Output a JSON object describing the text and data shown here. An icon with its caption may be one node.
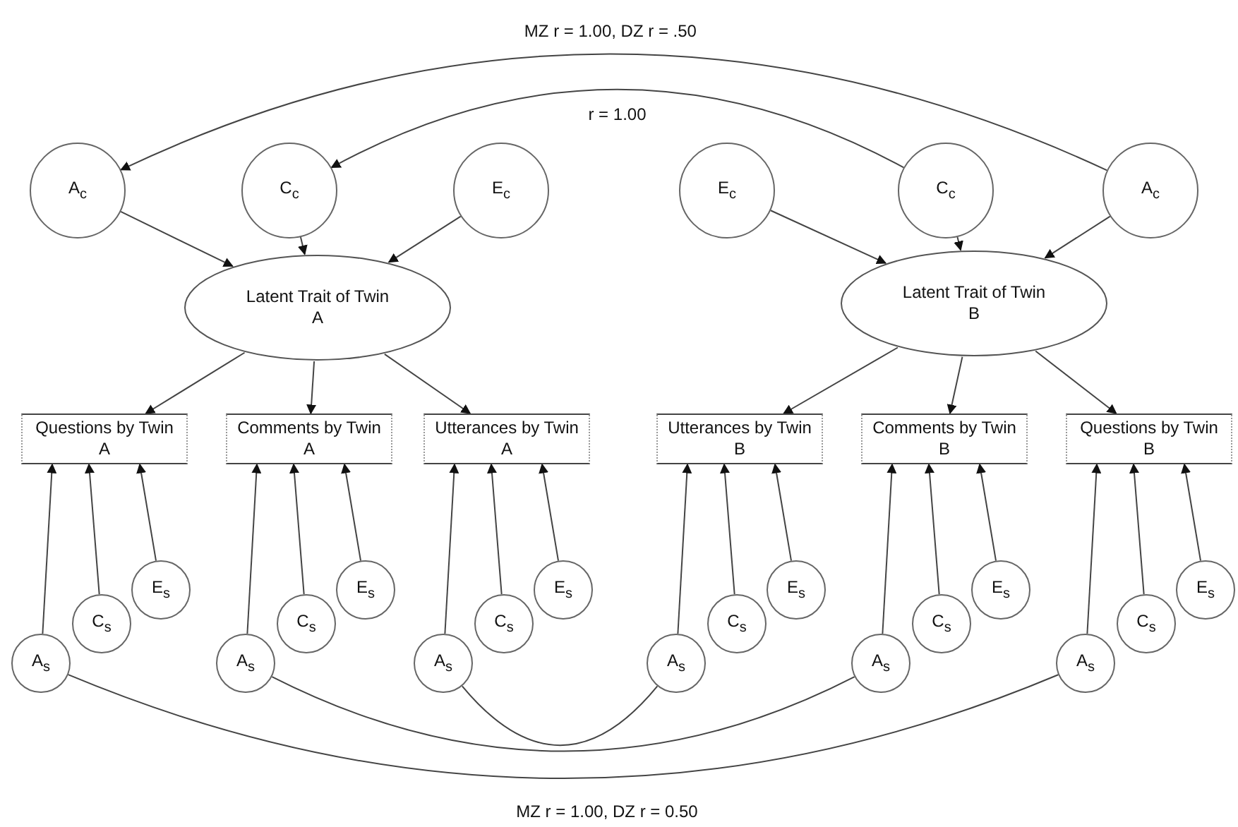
{
  "diagram": {
    "nodes": [
      {
        "text": [
          "A$_{c}$"
        ]
      },
      {
        "text": [
          "C$_{c}$"
        ]
      },
      {
        "text": [
          "E$_{c}$"
        ]
      },
      {
        "text": [
          "E$_{c}$"
        ]
      },
      {
        "text": [
          "C$_{c}$"
        ]
      },
      {
        "text": [
          "A$_{c}$"
        ]
      },
      {
        "text": [
          "Latent Trait of Twin A"
        ]
      },
      {
        "text": [
          "Latent Trait of Twin B"
        ]
      },
      {
        "text": [
          "Questions by Twin A"
        ]
      },
      {
        "text": [
          "Comments by Twin A"
        ]
      },
      {
        "text": [
          "Utterances by Twin A"
        ]
      },
      {
        "text": [
          "Utterances by Twin B"
        ]
      },
      {
        "text": [
          "Comments by Twin B"
        ]
      },
      {
        "text": [
          "Questions by Twin B"
        ]
      },
      {
        "text": [
          "A$_{s}$"
        ]
      },
      {
        "text": [
          "C$_{s}$"
        ]
      },
      {
        "text": [
          "E$_{s}$"
        ]
      },
      {
        "text": [
          "A$_{s}$"
        ]
      },
      {
        "text": [
          "C$_{s}$"
        ]
      },
      {
        "text": [
          "E$_{s}$"
        ]
      },
      {
        "text": [
          "A$_{s}$"
        ]
      },
      {
        "text": [
          "C$_{s}$"
        ]
      },
      {
        "text": [
          "E$_{s}$"
        ]
      },
      {
        "text": [
          "A$_{s}$"
        ]
      },
      {
        "text": [
          "C$_{s}$"
        ]
      },
      {
        "text": [
          "E$_{s}$"
        ]
      },
      {
        "text": [
          "A$_{s}$"
        ]
      },
      {
        "text": [
          "C$_{s}$"
        ]
      },
      {
        "text": [
          "E$_{s}$"
        ]
      },
      {
        "text": [
          "A$_{s}$"
        ]
      },
      {
        "text": [
          "C$_{s}$"
        ]
      },
      {
        "text": [
          "E$_{s}$"
        ]
      }
    ],
    "edges": [
      {
        "from": 0,
        "to": 6,
        "arrow": "to"
      },
      {
        "from": 1,
        "to": 6,
        "arrow": "to"
      },
      {
        "from": 2,
        "to": 6,
        "arrow": "to"
      },
      {
        "from": 3,
        "to": 7,
        "arrow": "to"
      },
      {
        "from": 4,
        "to": 7,
        "arrow": "to"
      },
      {
        "from": 5,
        "to": 7,
        "arrow": "to"
      },
      {
        "from": 5,
        "to": 0,
        "arrow": "to",
        "label": "MZ r = 1.00, DZ r = .50"
      },
      {
        "from": 4,
        "to": 1,
        "arrow": "to",
        "label": "r = 1.00"
      },
      {
        "from": 6,
        "to": 8,
        "arrow": "to"
      },
      {
        "from": 6,
        "to": 9,
        "arrow": "to"
      },
      {
        "from": 6,
        "to": 10,
        "arrow": "to"
      },
      {
        "from": 7,
        "to": 11,
        "arrow": "to"
      },
      {
        "from": 7,
        "to": 12,
        "arrow": "to"
      },
      {
        "from": 7,
        "to": 13,
        "arrow": "to"
      },
      {
        "from": 14,
        "to": 8,
        "arrow": "to"
      },
      {
        "from": 15,
        "to": 8,
        "arrow": "to"
      },
      {
        "from": 16,
        "to": 8,
        "arrow": "to"
      },
      {
        "from": 17,
        "to": 9,
        "arrow": "to"
      },
      {
        "from": 18,
        "to": 9,
        "arrow": "to"
      },
      {
        "from": 19,
        "to": 9,
        "arrow": "to"
      },
      {
        "from": 20,
        "to": 10,
        "arrow": "to"
      },
      {
        "from": 21,
        "to": 10,
        "arrow": "to"
      },
      {
        "from": 22,
        "to": 10,
        "arrow": "to"
      },
      {
        "from": 23,
        "to": 11,
        "arrow": "to"
      },
      {
        "from": 24,
        "to": 11,
        "arrow": "to"
      },
      {
        "from": 25,
        "to": 11,
        "arrow": "to"
      },
      {
        "from": 26,
        "to": 12,
        "arrow": "to"
      },
      {
        "from": 27,
        "to": 12,
        "arrow": "to"
      },
      {
        "from": 28,
        "to": 12,
        "arrow": "to"
      },
      {
        "from": 29,
        "to": 13,
        "arrow": "to"
      },
      {
        "from": 30,
        "to": 13,
        "arrow": "to"
      },
      {
        "from": 31,
        "to": 13,
        "arrow": "to"
      },
      {
        "from": 14,
        "to": 29,
        "arrow": "none"
      },
      {
        "from": 17,
        "to": 26,
        "arrow": "none"
      },
      {
        "from": 20,
        "to": 23,
        "arrow": "none"
      }
    ],
    "labels": [
      "MZ r = 1.00, DZ r = 0.50"
    ]
  }
}
